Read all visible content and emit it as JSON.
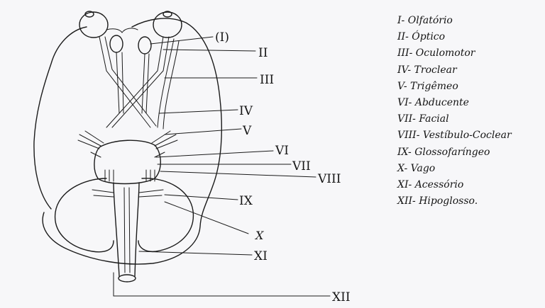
{
  "diagram_labels": {
    "I": "(I)",
    "II": "II",
    "III": "III",
    "IV": "IV",
    "V": "V",
    "VI": "VI",
    "VII": "VII",
    "VIII": "VIII",
    "IX": "IX",
    "X": "X",
    "XI": "XI",
    "XII": "XII"
  },
  "legend": [
    {
      "numeral": "I",
      "name": "Olfatório"
    },
    {
      "numeral": "II",
      "name": "Óptico"
    },
    {
      "numeral": "III",
      "name": "Oculomotor"
    },
    {
      "numeral": "IV",
      "name": "Troclear"
    },
    {
      "numeral": "V",
      "name": "Trigêmeo"
    },
    {
      "numeral": "VI",
      "name": "Abducente"
    },
    {
      "numeral": "VII",
      "name": "Facial"
    },
    {
      "numeral": "VIII",
      "name": "Vestíbulo-Coclear"
    },
    {
      "numeral": "IX",
      "name": "Glossofaríngeo"
    },
    {
      "numeral": "X",
      "name": "Vago"
    },
    {
      "numeral": "XI",
      "name": "Acessório"
    },
    {
      "numeral": "XII",
      "name": "Hipoglosso."
    }
  ]
}
